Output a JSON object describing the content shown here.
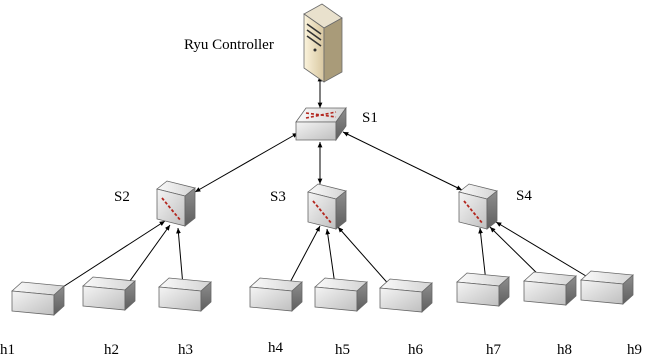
{
  "controller": {
    "label": "Ryu Controller"
  },
  "switches": [
    {
      "id": "s1",
      "label": "S1"
    },
    {
      "id": "s2",
      "label": "S2"
    },
    {
      "id": "s3",
      "label": "S3"
    },
    {
      "id": "s4",
      "label": "S4"
    }
  ],
  "hosts": [
    {
      "id": "h1",
      "label": "h1"
    },
    {
      "id": "h2",
      "label": "h2"
    },
    {
      "id": "h3",
      "label": "h3"
    },
    {
      "id": "h4",
      "label": "h4"
    },
    {
      "id": "h5",
      "label": "h5"
    },
    {
      "id": "h6",
      "label": "h6"
    },
    {
      "id": "h7",
      "label": "h7"
    },
    {
      "id": "h8",
      "label": "h8"
    },
    {
      "id": "h9",
      "label": "h9"
    }
  ],
  "links": [
    [
      "controller",
      "s1"
    ],
    [
      "s1",
      "s2"
    ],
    [
      "s1",
      "s3"
    ],
    [
      "s1",
      "s4"
    ],
    [
      "s2",
      "h1"
    ],
    [
      "s2",
      "h2"
    ],
    [
      "s2",
      "h3"
    ],
    [
      "s3",
      "h4"
    ],
    [
      "s3",
      "h5"
    ],
    [
      "s3",
      "h6"
    ],
    [
      "s4",
      "h7"
    ],
    [
      "s4",
      "h8"
    ],
    [
      "s4",
      "h9"
    ]
  ]
}
